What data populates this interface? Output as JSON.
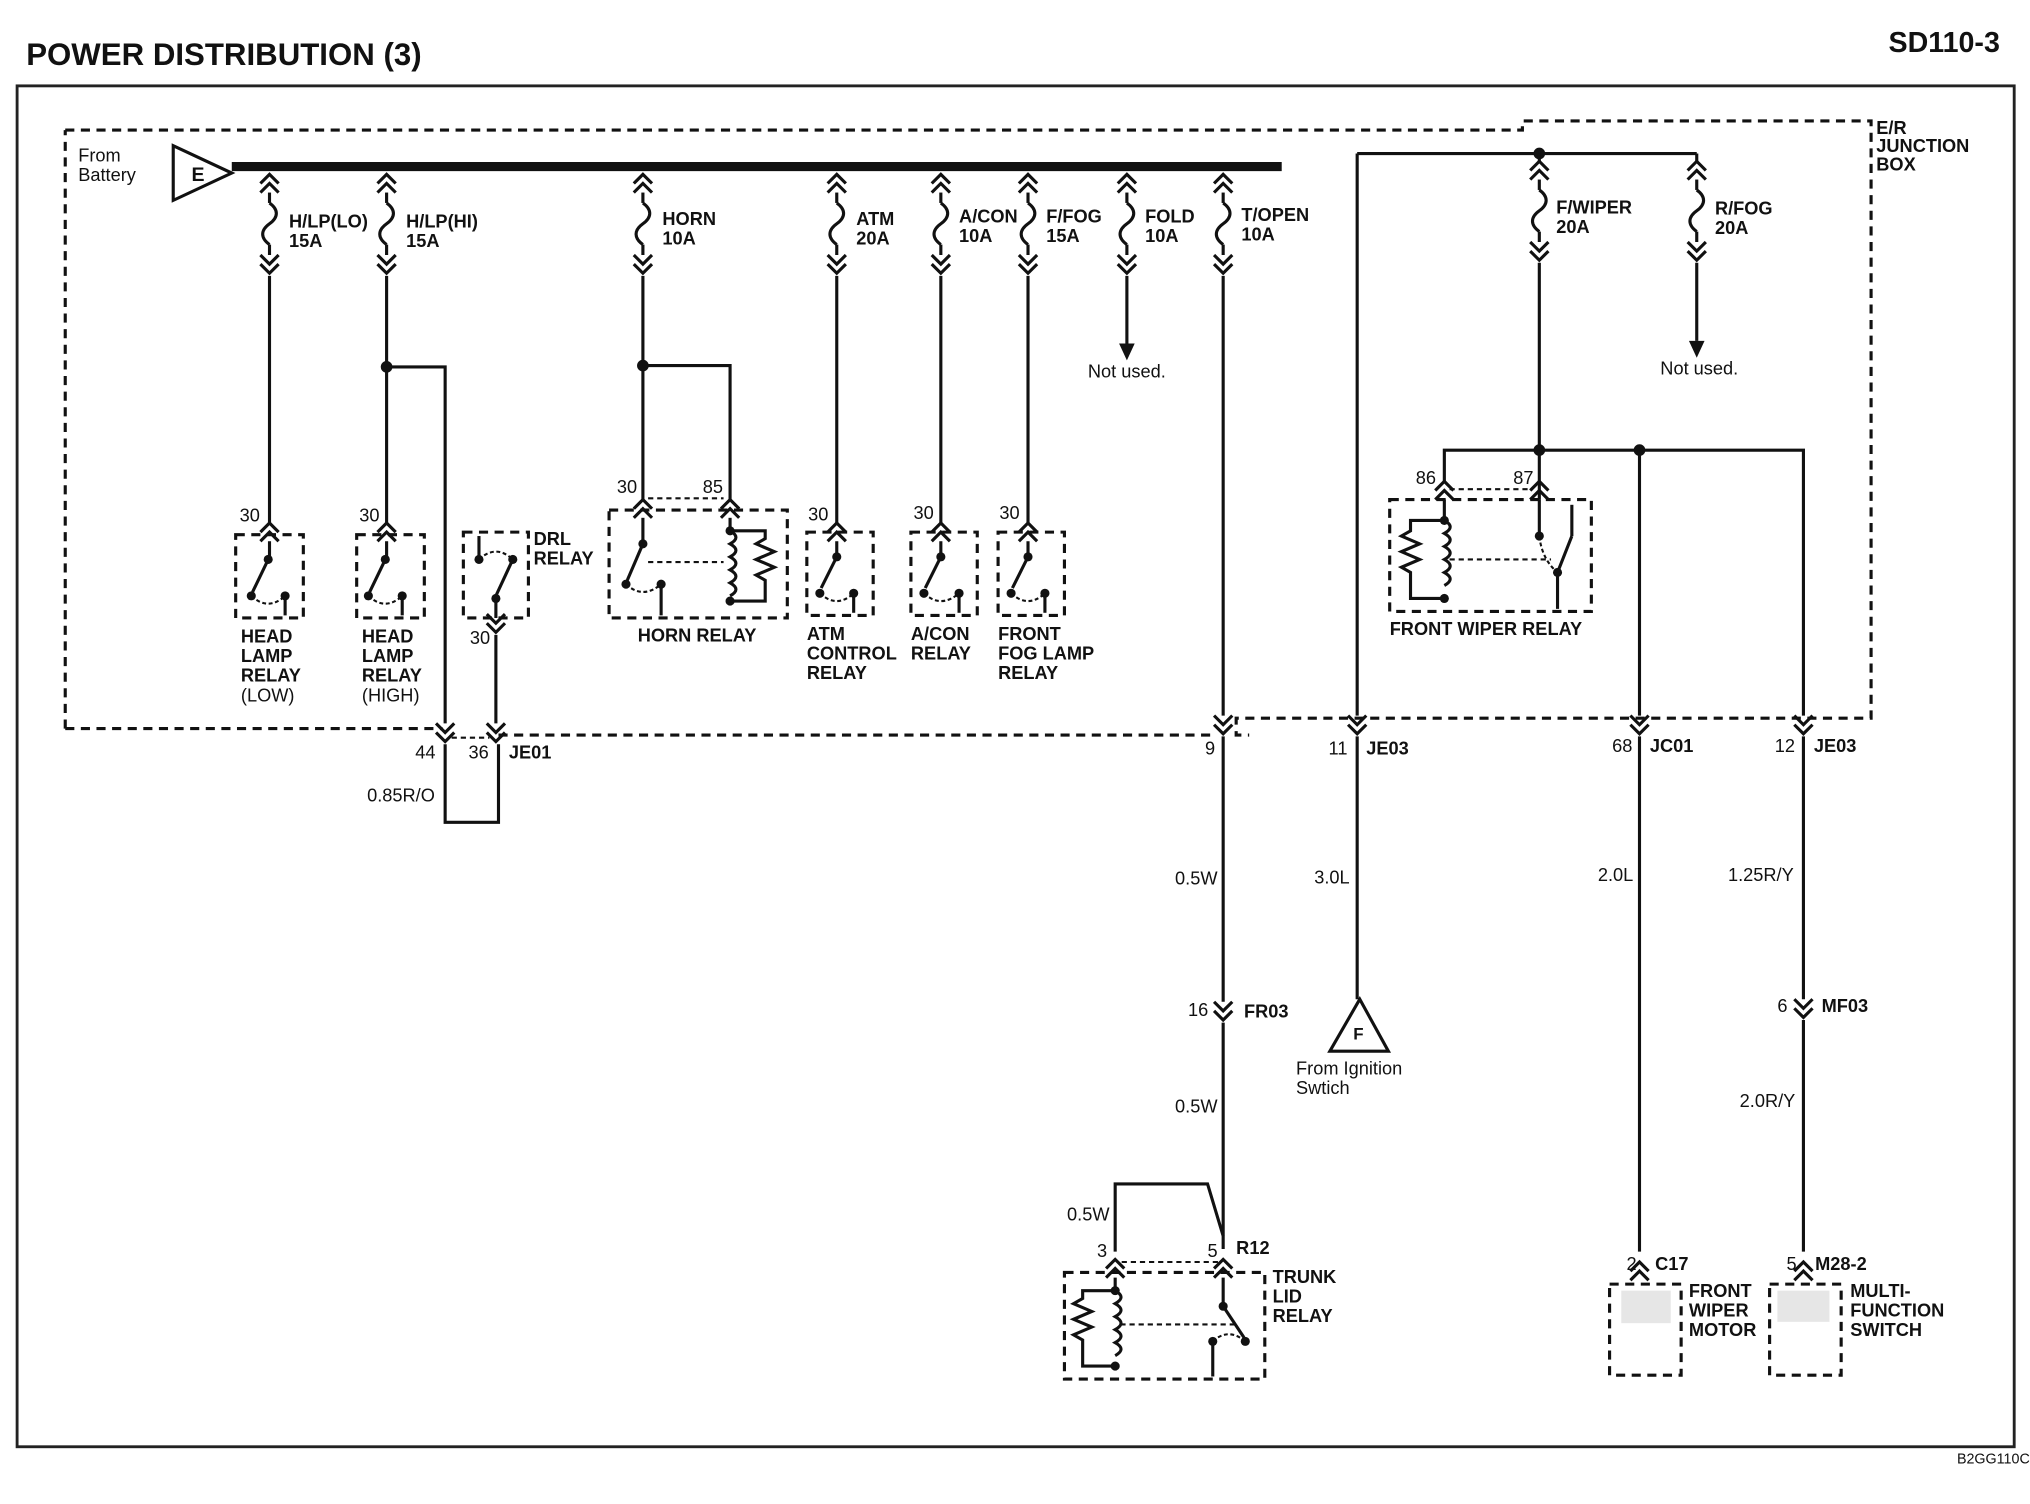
{
  "header": {
    "title": "POWER DISTRIBUTION (3)",
    "code": "SD110-3"
  },
  "footer": {
    "image_code": "B2GG110C"
  },
  "junction_box": {
    "label_lines": [
      "E/R",
      "JUNCTION",
      "BOX"
    ]
  },
  "battery": {
    "label_lines": [
      "From",
      "Battery"
    ],
    "symbol": "E"
  },
  "ignition": {
    "symbol": "F",
    "label_lines": [
      "From Ignition",
      "Swtich"
    ]
  },
  "fuses": [
    {
      "name": "H/LP(LO)",
      "rating": "15A"
    },
    {
      "name": "H/LP(HI)",
      "rating": "15A"
    },
    {
      "name": "HORN",
      "rating": "10A"
    },
    {
      "name": "ATM",
      "rating": "20A"
    },
    {
      "name": "A/CON",
      "rating": "10A"
    },
    {
      "name": "F/FOG",
      "rating": "15A"
    },
    {
      "name": "FOLD",
      "rating": "10A"
    },
    {
      "name": "T/OPEN",
      "rating": "10A"
    },
    {
      "name": "F/WIPER",
      "rating": "20A"
    },
    {
      "name": "R/FOG",
      "rating": "20A"
    }
  ],
  "not_used": "Not used.",
  "relays": {
    "head_low": {
      "pin": "30",
      "label_lines": [
        "HEAD",
        "LAMP",
        "RELAY",
        "(LOW)"
      ]
    },
    "head_high": {
      "pin": "30",
      "label_lines": [
        "HEAD",
        "LAMP",
        "RELAY",
        "(HIGH)"
      ]
    },
    "drl": {
      "pin": "30",
      "label_lines": [
        "DRL",
        "RELAY"
      ]
    },
    "horn": {
      "pin_a": "30",
      "pin_b": "85",
      "label": "HORN RELAY"
    },
    "atm": {
      "pin": "30",
      "label_lines": [
        "ATM",
        "CONTROL",
        "RELAY"
      ]
    },
    "acon": {
      "pin": "30",
      "label_lines": [
        "A/CON",
        "RELAY"
      ]
    },
    "fog": {
      "pin": "30",
      "label_lines": [
        "FRONT",
        "FOG LAMP",
        "RELAY"
      ]
    },
    "wiper": {
      "pin_a": "86",
      "pin_b": "87",
      "label": "FRONT WIPER RELAY"
    },
    "trunk": {
      "pin_a": "3",
      "pin_b": "5",
      "connector": "R12",
      "label_lines": [
        "TRUNK",
        "LID",
        "RELAY"
      ]
    }
  },
  "connectors": {
    "je01": {
      "pin_a": "44",
      "pin_b": "36",
      "name": "JE01",
      "wire": "0.85R/O"
    },
    "je03_a": {
      "pin": "9"
    },
    "je03_b": {
      "pin": "11",
      "name": "JE03"
    },
    "jc01": {
      "pin": "68",
      "name": "JC01"
    },
    "je03_c": {
      "pin": "12",
      "name": "JE03"
    },
    "fr03": {
      "pin": "16",
      "name": "FR03"
    },
    "mf03": {
      "pin": "6",
      "name": "MF03"
    },
    "c17": {
      "pin": "2",
      "name": "C17"
    },
    "m28": {
      "pin": "5",
      "name": "M28-2"
    }
  },
  "wires": {
    "t_open_top": "0.5W",
    "t_open_bottom": "0.5W",
    "trunk_loop": "0.5W",
    "ignition": "3.0L",
    "wiper": "2.0L",
    "mfs_top": "1.25R/Y",
    "mfs_bottom": "2.0R/Y"
  },
  "components": {
    "wiper_motor": [
      "FRONT",
      "WIPER",
      "MOTOR"
    ],
    "mfs": [
      "MULTI-",
      "FUNCTION",
      "SWITCH"
    ]
  }
}
